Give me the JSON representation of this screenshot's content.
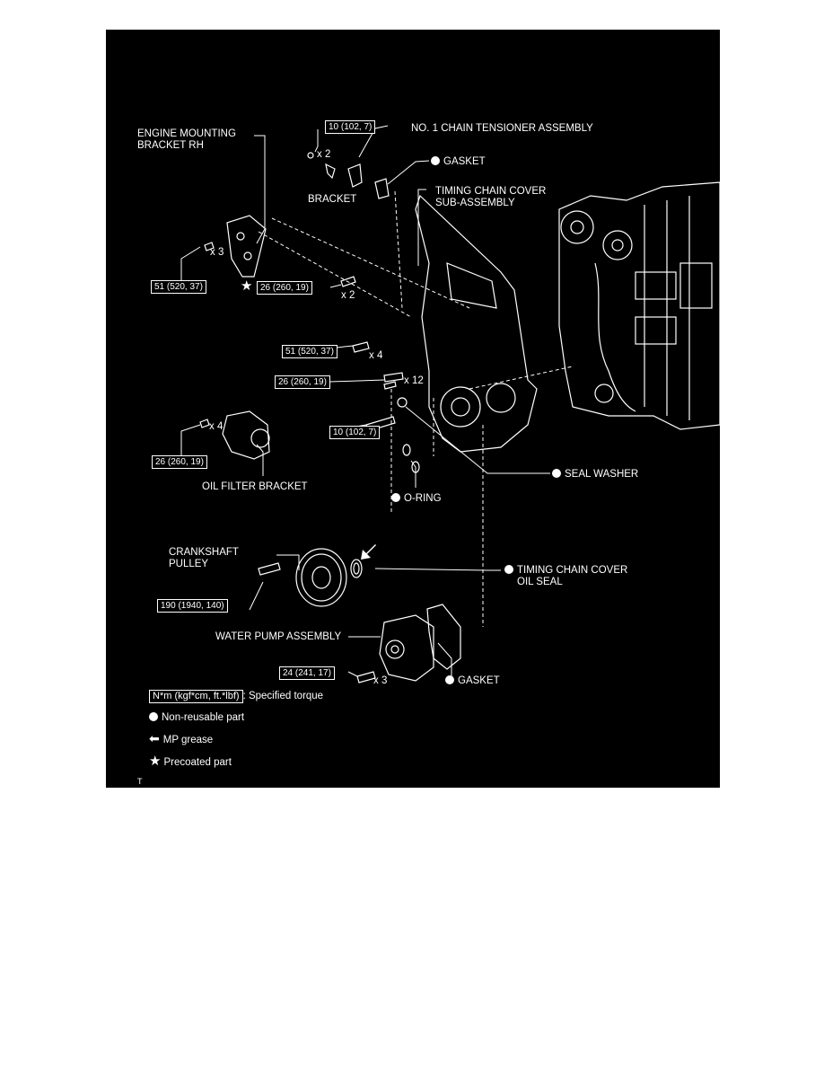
{
  "labels": {
    "engine_mounting_bracket": "ENGINE MOUNTING\nBRACKET RH",
    "chain_tensioner": "NO. 1 CHAIN TENSIONER ASSEMBLY",
    "gasket_top": "GASKET",
    "bracket": "BRACKET",
    "timing_chain_cover": "TIMING CHAIN COVER\nSUB-ASSEMBLY",
    "oil_filter_bracket": "OIL FILTER BRACKET",
    "seal_washer": "SEAL WASHER",
    "o_ring": "O-RING",
    "crankshaft_pulley": "CRANKSHAFT\nPULLEY",
    "timing_chain_cover_oil_seal": "TIMING CHAIN COVER\nOIL SEAL",
    "water_pump": "WATER PUMP ASSEMBLY",
    "gasket_bottom": "GASKET"
  },
  "torques": {
    "tensioner_bolt": "10 (102, 7)",
    "mount_bracket": "51 (520, 37)",
    "cover_precoated": "26 (260, 19)",
    "cover_x4": "51 (520, 37)",
    "cover_x12": "26 (260, 19)",
    "cover_long": "10 (102, 7)",
    "oil_filter": "26 (260, 19)",
    "crank_pulley": "190 (1940, 140)",
    "water_pump": "24 (241, 17)"
  },
  "multipliers": {
    "tensioner": "x 2",
    "mount": "x 3",
    "precoated": "x 2",
    "cover_x4": "x 4",
    "cover_x12": "x 12",
    "oil_filter": "x 4",
    "water_pump": "x 3"
  },
  "legend": {
    "torque_box": "N*m (kgf*cm, ft.*lbf)",
    "torque_text": ": Specified torque",
    "nonreusable": "Non-reusable part",
    "grease": "MP grease",
    "precoated": "Precoated part"
  },
  "corner_code": "T",
  "colors": {
    "background": "#000000",
    "ink": "#ffffff"
  }
}
